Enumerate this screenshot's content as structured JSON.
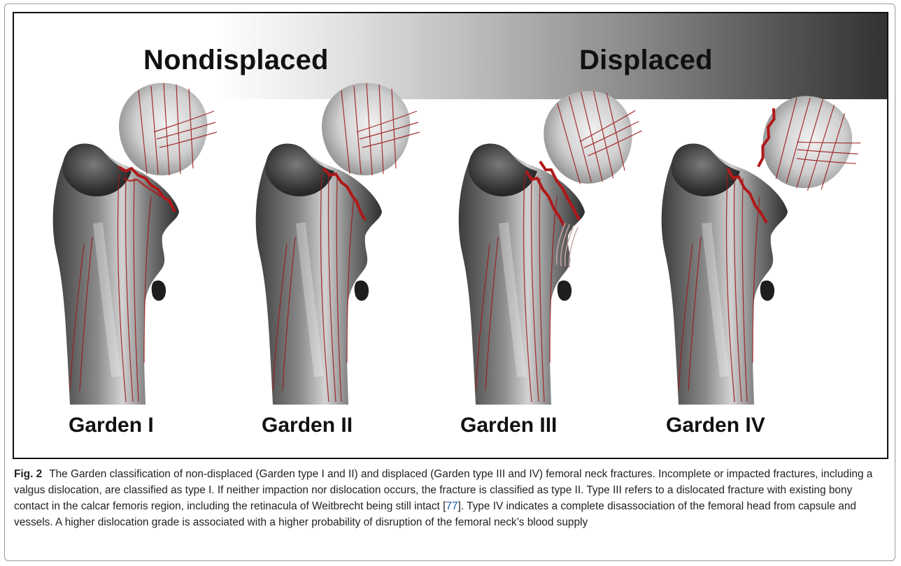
{
  "banner": {
    "left_label": "Nondisplaced",
    "right_label": "Displaced"
  },
  "panels": [
    {
      "label": "Garden I"
    },
    {
      "label": "Garden II"
    },
    {
      "label": "Garden III"
    },
    {
      "label": "Garden IV"
    }
  ],
  "caption": {
    "figure_label": "Fig. 2",
    "text_before_ref": "The Garden classification of non-displaced (Garden type I and II) and displaced (Garden type III and IV) femoral neck fractures. Incomplete or impacted fractures, including a valgus dislocation, are classified as type I. If neither impaction nor dislocation occurs, the fracture is classified as type II. Type III refers to a dislocated fracture with existing bony contact in the calcar femoris region, including the retinacula of Weitbrecht being still intact [",
    "ref": "77",
    "text_after_ref": "]. Type IV indicates a complete disassociation of the femoral head from capsule and vessels. A higher dislocation grade is associated with a higher probability of disruption of the femoral neck’s blood supply"
  },
  "colors": {
    "fracture_line": "#b01818",
    "trabecular_line": "#9c1c1c",
    "bone_dark": "#2a2a2a",
    "bone_light": "#d9d9d9",
    "ref_link": "#1a5aa6"
  }
}
